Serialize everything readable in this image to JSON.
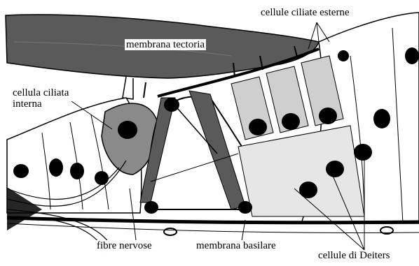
{
  "labels": {
    "outer_hair_cells": "cellule ciliate esterne",
    "tectorial_membrane": "membrana tectoria",
    "inner_hair_cell": "cellula ciliata interna",
    "nerve_fibers": "fibre nervose",
    "basilar_membrane": "membrana basilare",
    "deiters_cells": "cellule di Deiters"
  },
  "colors": {
    "ink": "#000000",
    "dark_tissue": "#5a5a5a",
    "mid_tissue": "#8a8a8a",
    "light_tissue": "#cfcfcf",
    "paper": "#ffffff"
  }
}
